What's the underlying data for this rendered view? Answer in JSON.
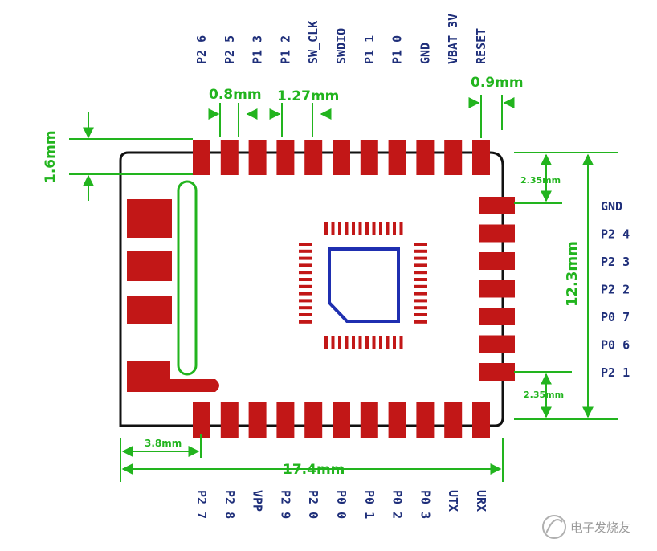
{
  "top_pins": [
    "P2 6",
    "P2 5",
    "P1 3",
    "P1 2",
    "SW_CLK",
    "SWDIO",
    "P1 1",
    "P1 0",
    "GND",
    "VBAT 3V",
    "RESET"
  ],
  "bottom_pins": [
    "P2 7",
    "P2 8",
    "VPP",
    "P2 9",
    "P2 0",
    "P0 0",
    "P0 1",
    "P0 2",
    "P0 3",
    "UTX",
    "URX"
  ],
  "right_pins": [
    "GND",
    "P2 4",
    "P2 3",
    "P2 2",
    "P0 7",
    "P0 6",
    "P2 1"
  ],
  "dimensions": {
    "pad_width": "0.8mm",
    "pitch": "1.27mm",
    "gap": "0.9mm",
    "pad_length": "1.6mm",
    "antenna_width": "3.8mm",
    "total_width": "17.4mm",
    "side_height": "12.3mm",
    "side_top_margin": "2.35mm",
    "side_bottom_margin": "2.35mm"
  },
  "watermark": "电子发烧友",
  "colors": {
    "pad": "#c21717",
    "dimension": "#22b41e",
    "label": "#1f2f7a",
    "outline": "#111111"
  }
}
